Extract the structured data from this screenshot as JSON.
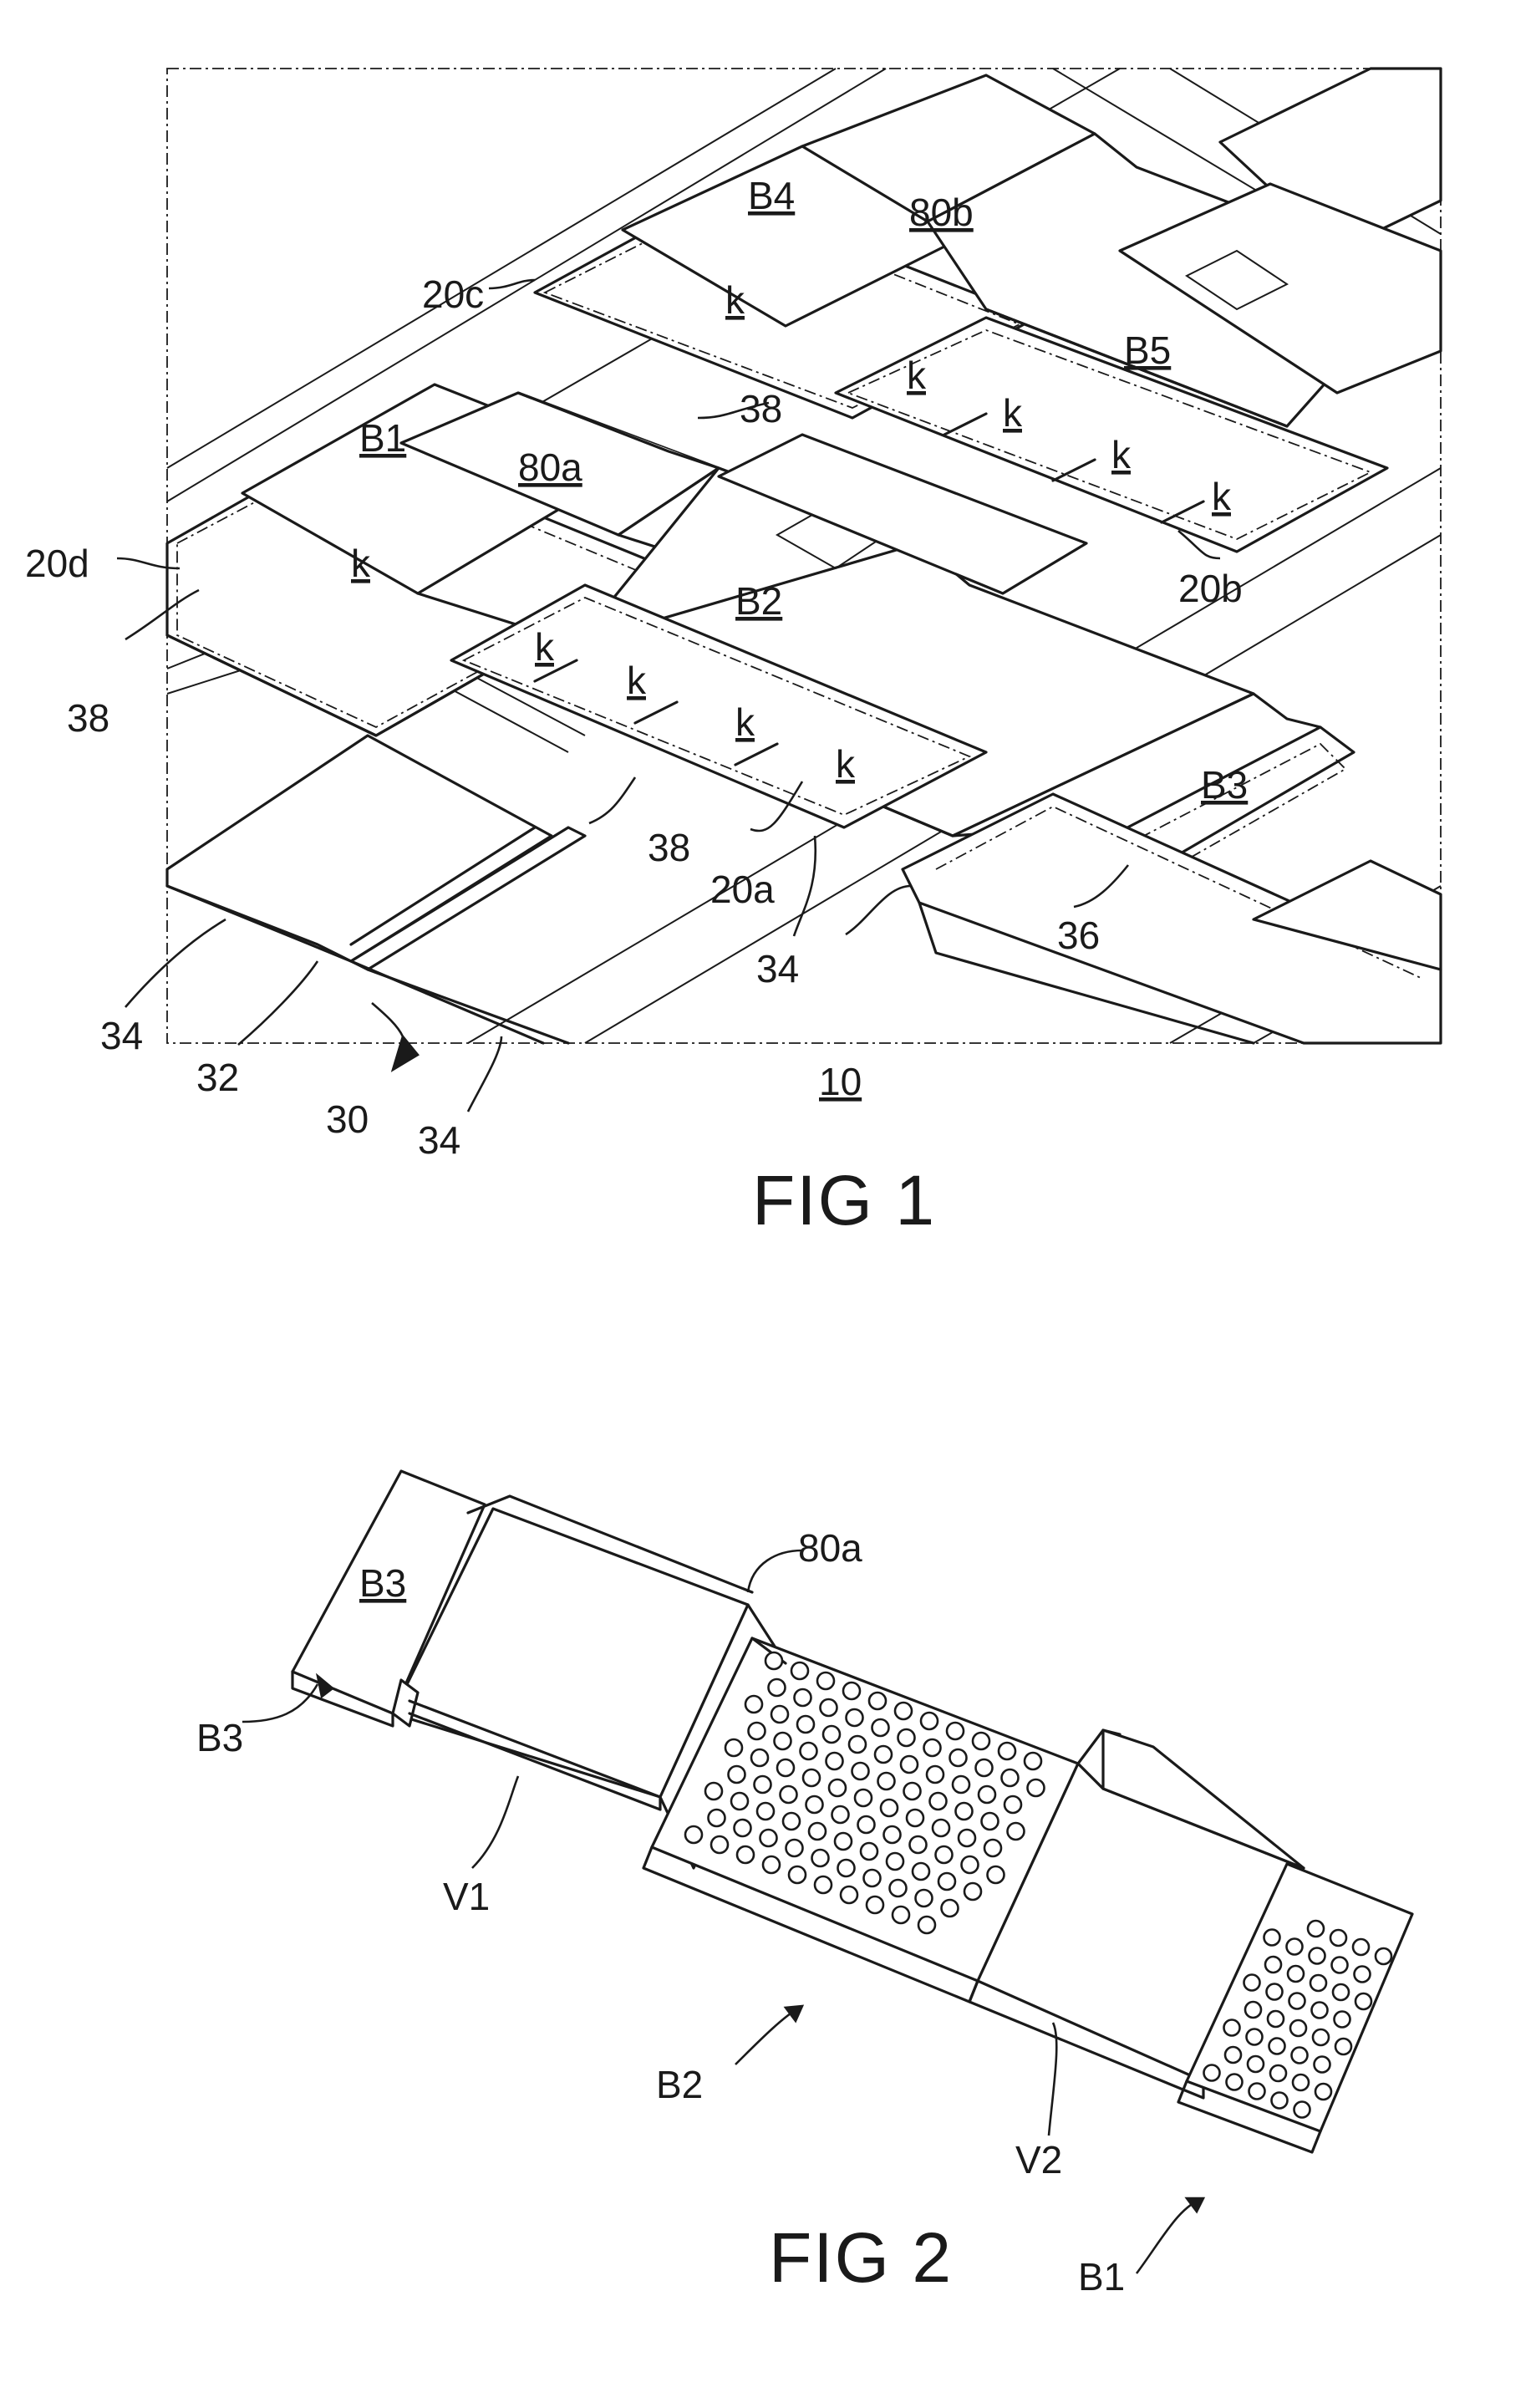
{
  "figures": [
    {
      "caption": "FIG 1",
      "labels": {
        "B4": "B4",
        "b80b": "80b",
        "B5": "B5",
        "c20c": "20c",
        "B1": "B1",
        "b80a": "80a",
        "B2": "B2",
        "B3": "B3",
        "d20d": "20d",
        "b20b": "20b",
        "a20a": "20a",
        "s38a": "38",
        "s38b": "38",
        "s38c": "38",
        "s34a": "34",
        "s34b": "34",
        "s34c": "34",
        "s32": "32",
        "s30": "30",
        "s36": "36",
        "s10": "10",
        "k1": "k",
        "k2": "k",
        "k3": "k",
        "k4": "k",
        "k5": "k",
        "k6": "k",
        "k7": "k",
        "k8": "k",
        "k9": "k",
        "k10": "k"
      }
    },
    {
      "caption": "FIG 2",
      "labels": {
        "B3top": "B3",
        "B3": "B3",
        "b80a": "80a",
        "V1": "V1",
        "B2": "B2",
        "V2": "V2",
        "B1": "B1"
      }
    }
  ]
}
